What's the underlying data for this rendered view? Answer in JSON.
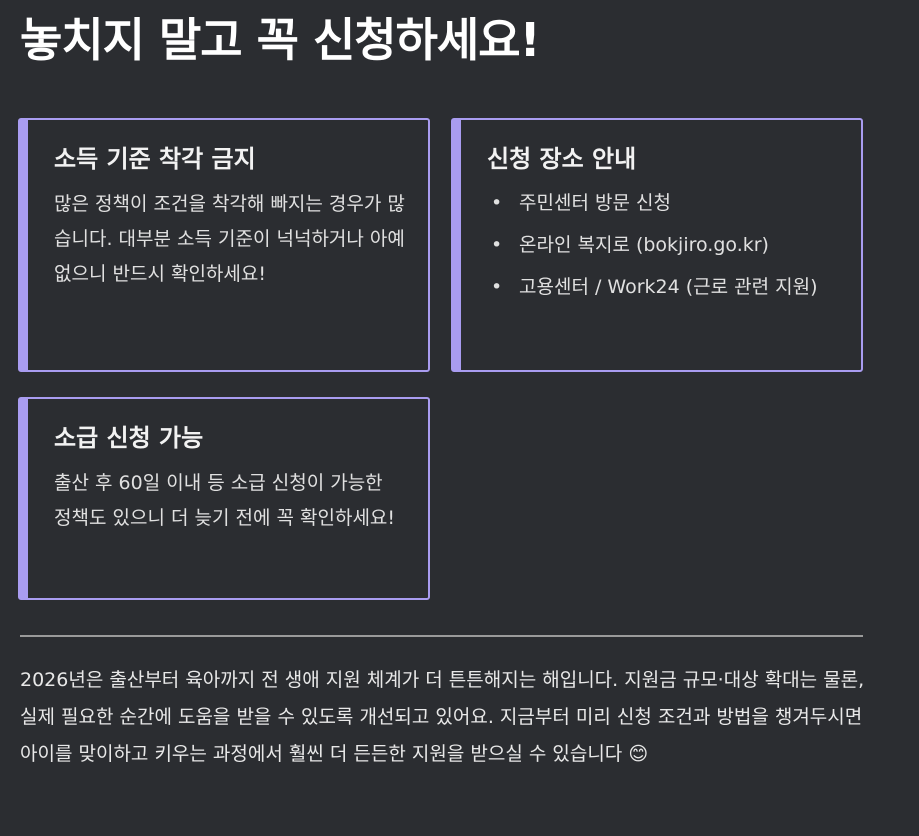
{
  "page": {
    "title": "놓치지 말고 꼭 신청하세요!"
  },
  "cards": {
    "income": {
      "title": "소득 기준 착각 금지",
      "body": "많은 정책이 조건을 착각해 빠지는 경우가 많습니다. 대부분 소득 기준이 넉넉하거나 아예 없으니 반드시 확인하세요!"
    },
    "place": {
      "title": "신청 장소 안내",
      "items": [
        "주민센터 방문 신청",
        "온라인 복지로 (bokjiro.go.kr)",
        "고용센터 / Work24 (근로 관련 지원)"
      ]
    },
    "retro": {
      "title": "소급 신청 가능",
      "body": "출산 후 60일 이내 등 소급 신청이 가능한 정책도 있으니 더 늦기 전에 꼭 확인하세요!"
    }
  },
  "summary": {
    "text": "2026년은 출산부터 육아까지 전 생애 지원 체계가 더 튼튼해지는 해입니다. 지원금 규모·대상 확대는 물론, 실제 필요한 순간에 도움을 받을 수 있도록 개선되고 있어요. 지금부터 미리 신청 조건과 방법을 챙겨두시면 아이를 맞이하고 키우는 과정에서 훨씬 더 든든한 지원을 받으실 수 있습니다 😊"
  }
}
